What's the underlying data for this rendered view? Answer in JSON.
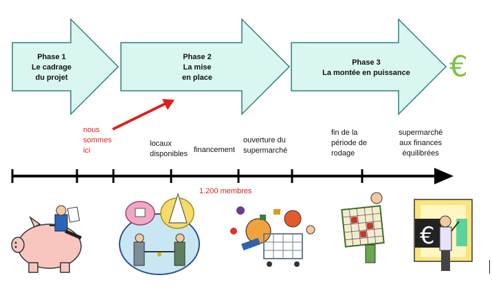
{
  "phases": [
    {
      "lines": [
        "Phase 1",
        "Le cadrage",
        "du projet"
      ]
    },
    {
      "lines": [
        "Phase 2",
        "La mise",
        "en place"
      ]
    },
    {
      "lines": [
        "Phase 3",
        "La montée en puissance"
      ]
    }
  ],
  "milestones": {
    "current": [
      "nous",
      "sommes",
      "ici"
    ],
    "premises": [
      "locaux",
      "disponibles"
    ],
    "financing": [
      "financement"
    ],
    "opening": [
      "ouverture du",
      "supermarché"
    ],
    "break_in": [
      "fin de la",
      "période de",
      "rodage"
    ],
    "balanced": [
      "supermarché",
      "aux finances",
      "équilibrées"
    ]
  },
  "members_label": "1.200 membres",
  "euro_symbol": "€",
  "illustrations": {
    "piggy": "piggy-bank-icon",
    "keys": "key-handover-icon",
    "cart": "shopping-cart-icon",
    "calendar": "calendar-icon",
    "euro_board": "euro-board-icon"
  },
  "colors": {
    "arrow_fill": "#d9f6f0",
    "arrow_stroke": "#2f7d7d",
    "accent_red": "#e01f1f",
    "euro_green": "#7dc241",
    "timeline": "#000000"
  }
}
